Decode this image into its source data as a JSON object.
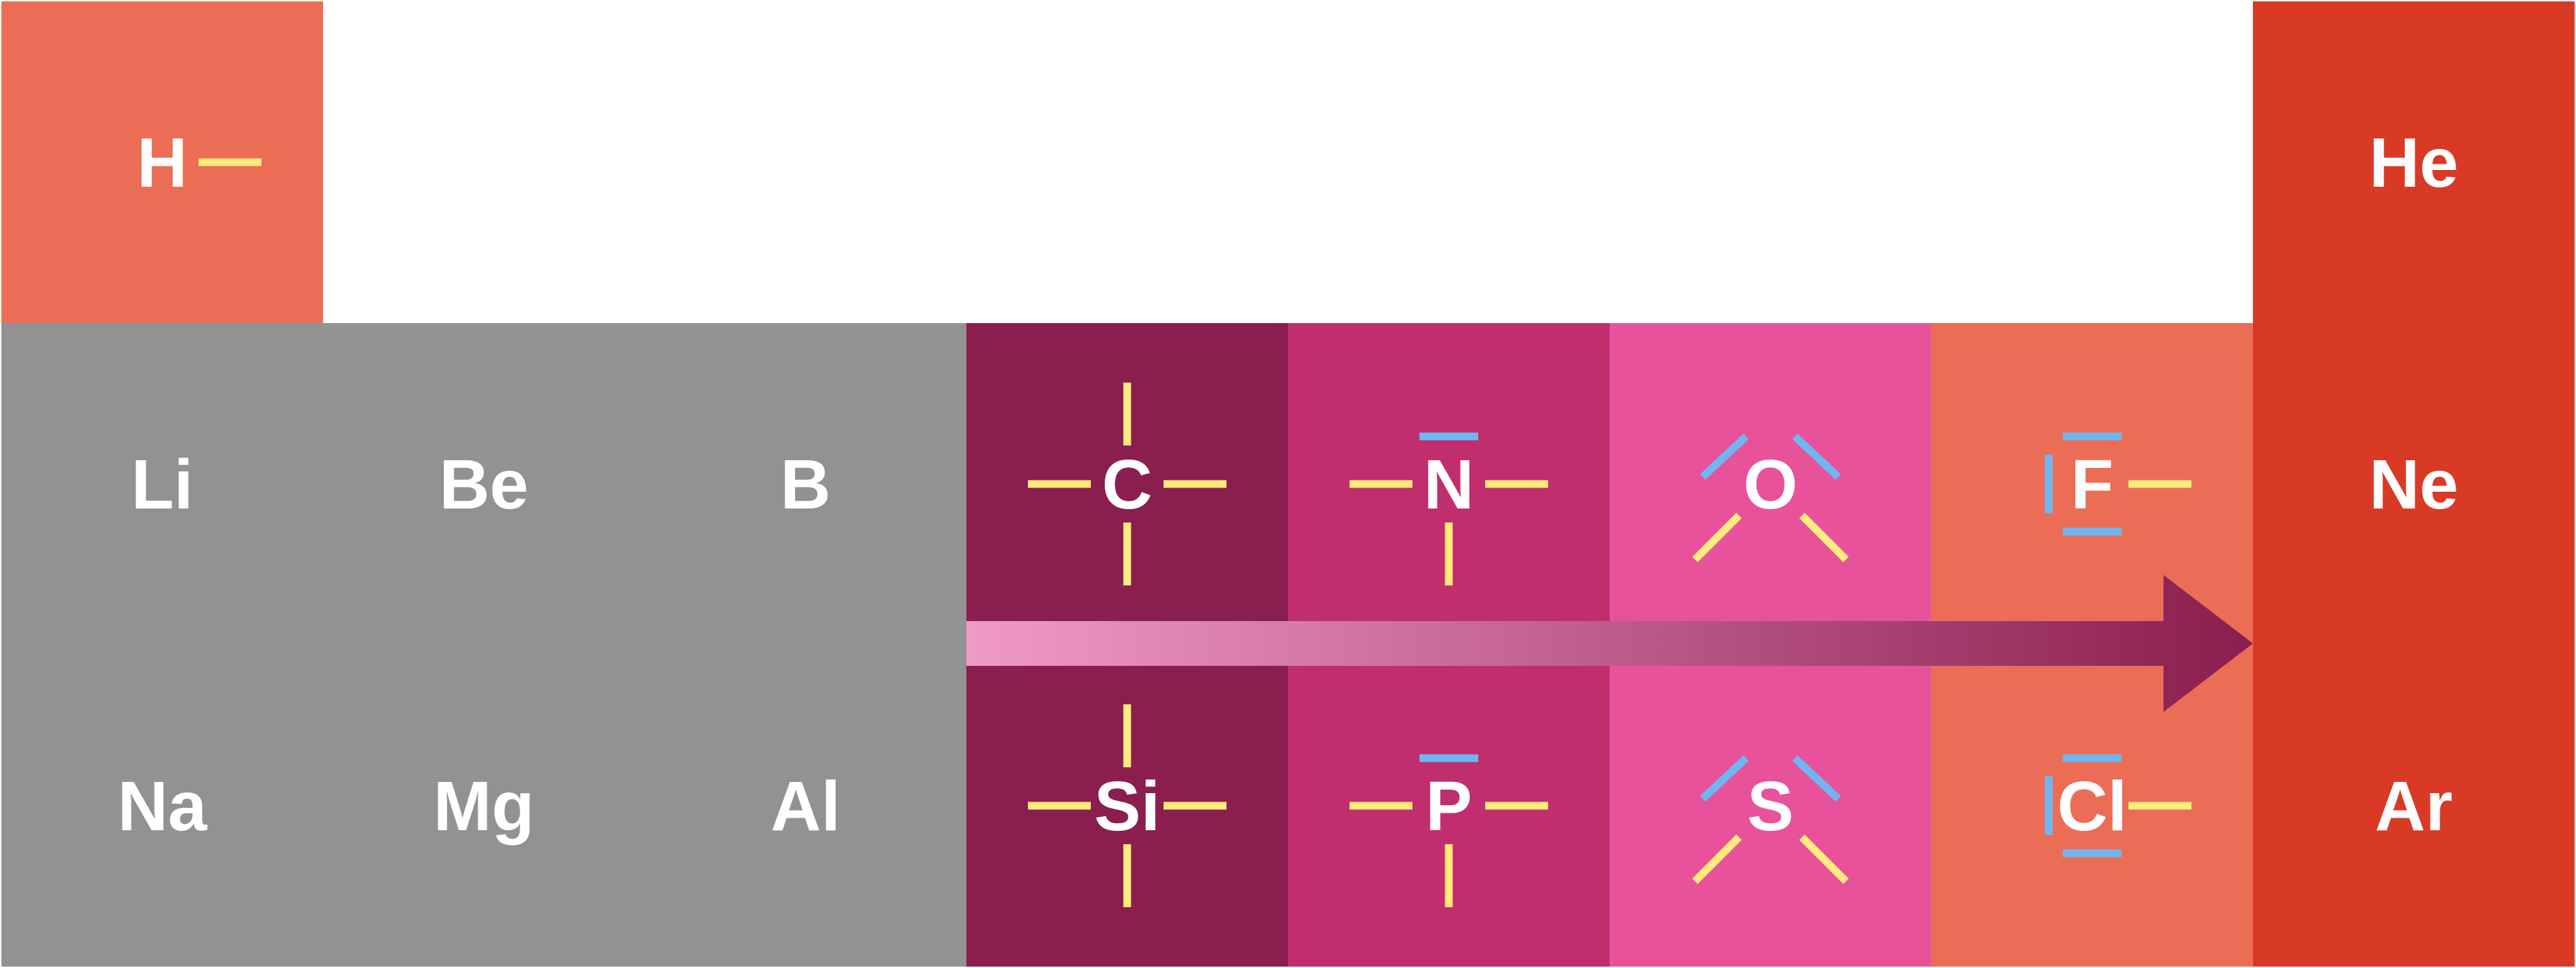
{
  "colors": {
    "gray": "#929292",
    "salmon": "#EC6D55",
    "red": "#D83A26",
    "group14": "#8A1E4E",
    "group15": "#C02E6E",
    "group16": "#E8529A",
    "bond_electron": "#FDEB7A",
    "lone_pair": "#6FB7F2",
    "arrow_start": "#F09AC8",
    "arrow_end": "#8A1E4E",
    "symbol_text": "#FFFFFF"
  },
  "elements": [
    {
      "id": "H",
      "symbol": "H",
      "group": 1,
      "period": 1,
      "color": "salmon",
      "bonds": [
        "E"
      ],
      "lone_pairs": []
    },
    {
      "id": "He",
      "symbol": "He",
      "group": 8,
      "period": 1,
      "color": "red",
      "bonds": [],
      "lone_pairs": []
    },
    {
      "id": "Li",
      "symbol": "Li",
      "group": 1,
      "period": 2,
      "color": "gray",
      "bonds": [],
      "lone_pairs": []
    },
    {
      "id": "Be",
      "symbol": "Be",
      "group": 2,
      "period": 2,
      "color": "gray",
      "bonds": [],
      "lone_pairs": []
    },
    {
      "id": "B",
      "symbol": "B",
      "group": 3,
      "period": 2,
      "color": "gray",
      "bonds": [],
      "lone_pairs": []
    },
    {
      "id": "C",
      "symbol": "C",
      "group": 4,
      "period": 2,
      "color": "group14",
      "bonds": [
        "N",
        "S",
        "E",
        "W"
      ],
      "lone_pairs": []
    },
    {
      "id": "N",
      "symbol": "N",
      "group": 5,
      "period": 2,
      "color": "group15",
      "bonds": [
        "S",
        "E",
        "W"
      ],
      "lone_pairs": [
        "N"
      ]
    },
    {
      "id": "O",
      "symbol": "O",
      "group": 6,
      "period": 2,
      "color": "group16",
      "bonds": [
        "SE",
        "SW"
      ],
      "lone_pairs": [
        "NE",
        "NW"
      ]
    },
    {
      "id": "F",
      "symbol": "F",
      "group": 7,
      "period": 2,
      "color": "salmon",
      "bonds": [
        "E"
      ],
      "lone_pairs": [
        "N",
        "S",
        "W"
      ]
    },
    {
      "id": "Ne",
      "symbol": "Ne",
      "group": 8,
      "period": 2,
      "color": "red",
      "bonds": [],
      "lone_pairs": []
    },
    {
      "id": "Na",
      "symbol": "Na",
      "group": 1,
      "period": 3,
      "color": "gray",
      "bonds": [],
      "lone_pairs": []
    },
    {
      "id": "Mg",
      "symbol": "Mg",
      "group": 2,
      "period": 3,
      "color": "gray",
      "bonds": [],
      "lone_pairs": []
    },
    {
      "id": "Al",
      "symbol": "Al",
      "group": 3,
      "period": 3,
      "color": "gray",
      "bonds": [],
      "lone_pairs": []
    },
    {
      "id": "Si",
      "symbol": "Si",
      "group": 4,
      "period": 3,
      "color": "group14",
      "bonds": [
        "N",
        "S",
        "E",
        "W"
      ],
      "lone_pairs": []
    },
    {
      "id": "P",
      "symbol": "P",
      "group": 5,
      "period": 3,
      "color": "group15",
      "bonds": [
        "S",
        "E",
        "W"
      ],
      "lone_pairs": [
        "N"
      ]
    },
    {
      "id": "S",
      "symbol": "S",
      "group": 6,
      "period": 3,
      "color": "group16",
      "bonds": [
        "SE",
        "SW"
      ],
      "lone_pairs": [
        "NE",
        "NW"
      ]
    },
    {
      "id": "Cl",
      "symbol": "Cl",
      "group": 7,
      "period": 3,
      "color": "salmon",
      "bonds": [
        "E"
      ],
      "lone_pairs": [
        "N",
        "S",
        "W"
      ]
    },
    {
      "id": "Ar",
      "symbol": "Ar",
      "group": 8,
      "period": 3,
      "color": "red",
      "bonds": [],
      "lone_pairs": []
    }
  ],
  "arrow": {
    "from_group": 4,
    "to_group": 8,
    "between_periods": [
      2,
      3
    ],
    "meaning": "increasing-electronegativity-icon"
  }
}
